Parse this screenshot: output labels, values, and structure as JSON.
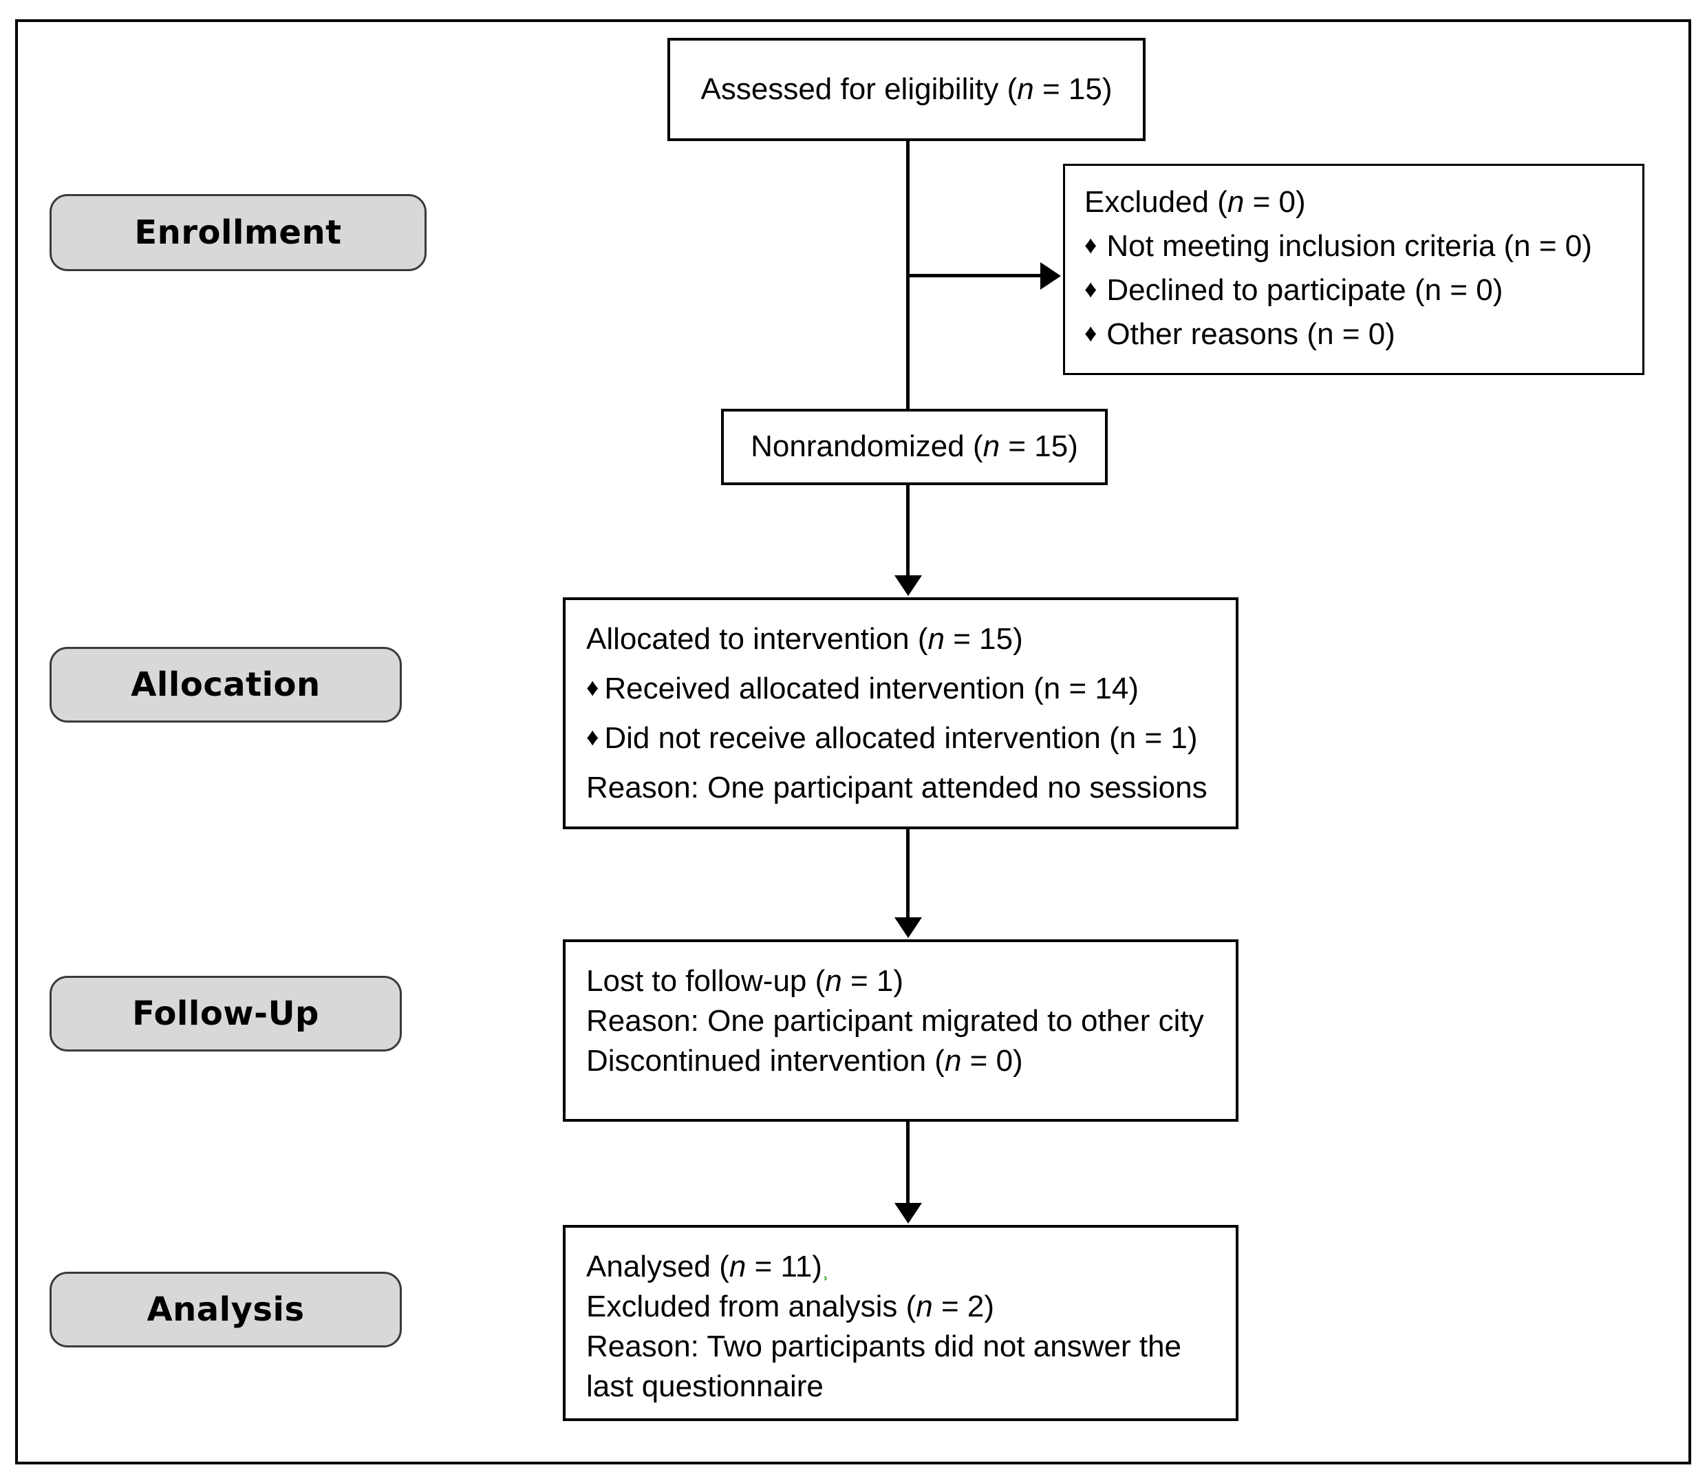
{
  "figure": {
    "type": "consort-flow-diagram",
    "title": "CONSORT participant flow diagram",
    "frame_color": "#000000",
    "stage_label_fill": "#d8d8d8",
    "stage_label_border": "#3a3a3a",
    "background": "#ffffff"
  },
  "stages": [
    {
      "id": "enrollment",
      "label": "Enrollment"
    },
    {
      "id": "allocation",
      "label": "Allocation"
    },
    {
      "id": "followup",
      "label": "Follow-Up"
    },
    {
      "id": "analysis",
      "label": "Analysis"
    }
  ],
  "boxes": {
    "assessed": {
      "id": "assessed-for-eligibility",
      "text_prefix": "Assessed  for eligibility  (",
      "n_italic": "n",
      "text_suffix": " = 15)",
      "full_text": "Assessed for eligibility (n = 15)"
    },
    "excluded": {
      "id": "excluded",
      "heading_prefix": "Excluded (",
      "heading_italic": "n",
      "heading_suffix": " = 0)",
      "heading_full": "Excluded (n = 0)",
      "bullet_glyph": "♦",
      "items": [
        {
          "prefix": "Not meeting  inclusion  criteria (",
          "italic": "n",
          "suffix": " = 0)",
          "full": "Not meeting inclusion criteria (n = 0)"
        },
        {
          "prefix": "Declined to participate  (",
          "italic": "n",
          "suffix": " = 0)",
          "full": "Declined to participate (n = 0)"
        },
        {
          "prefix": "Other reasons (",
          "italic": "n",
          "suffix": " = 0)",
          "full": "Other reasons (n = 0)"
        }
      ]
    },
    "nonrandomized": {
      "id": "nonrandomized",
      "text_prefix": "Nonrandomized  (",
      "n_italic": "n",
      "text_suffix": " = 15)",
      "full_text": "Nonrandomized (n = 15)"
    },
    "allocation": {
      "id": "allocated-to-intervention",
      "heading_prefix": "Allocated to intervention (",
      "heading_italic": "n",
      "heading_suffix": " = 15)",
      "heading_full": "Allocated to intervention (n = 15)",
      "bullet_glyph": "♦",
      "items": [
        {
          "prefix": "Received allocated  intervention (",
          "italic": "n",
          "suffix": " = 14)",
          "full": "Received allocated intervention (n = 14)"
        },
        {
          "prefix": "Did not receive allocated intervention (",
          "italic": "n",
          "suffix": " = 1)",
          "full": "Did not receive allocated intervention (n = 1)"
        }
      ],
      "reason": "Reason: One participant attended no sessions"
    },
    "followup": {
      "id": "lost-to-follow-up",
      "line1_prefix": "Lost to follow-up (",
      "line1_italic": "n",
      "line1_suffix": " = 1)",
      "line1_full": "Lost to follow-up (n = 1)",
      "line2": "Reason: One participant migrated to other city",
      "line3_prefix": "Discontinued  intervention (",
      "line3_italic": "n",
      "line3_suffix": " = 0)",
      "line3_full": "Discontinued intervention (n = 0)"
    },
    "analysis": {
      "id": "analysed",
      "line1_prefix": "Analysed (",
      "line1_italic": "n",
      "line1_suffix": " = 11)",
      "line1_full": "Analysed (n = 11)",
      "line2_prefix": "Excluded from analysis (",
      "line2_italic": "n",
      "line2_suffix": " = 2)",
      "line2_full": "Excluded from analysis (n = 2)",
      "line3": "Reason: Two participants did not answer the",
      "line4": "last questionnaire"
    }
  },
  "chart_data": {
    "type": "diagram",
    "title": "CONSORT flow of participants",
    "nodes": [
      {
        "id": "assessed",
        "stage": "Enrollment",
        "label": "Assessed for eligibility",
        "n": 15
      },
      {
        "id": "excluded",
        "stage": "Enrollment",
        "label": "Excluded",
        "n": 0,
        "breakdown": [
          {
            "label": "Not meeting inclusion criteria",
            "n": 0
          },
          {
            "label": "Declined to participate",
            "n": 0
          },
          {
            "label": "Other reasons",
            "n": 0
          }
        ]
      },
      {
        "id": "nonrandomized",
        "stage": "Enrollment",
        "label": "Nonrandomized",
        "n": 15
      },
      {
        "id": "allocated",
        "stage": "Allocation",
        "label": "Allocated to intervention",
        "n": 15,
        "breakdown": [
          {
            "label": "Received allocated intervention",
            "n": 14
          },
          {
            "label": "Did not receive allocated intervention",
            "n": 1,
            "reason": "One participant attended no sessions"
          }
        ]
      },
      {
        "id": "followup",
        "stage": "Follow-Up",
        "label": "Lost to follow-up",
        "n": 1,
        "breakdown": [
          {
            "label": "Lost to follow-up",
            "n": 1,
            "reason": "One participant migrated to other city"
          },
          {
            "label": "Discontinued intervention",
            "n": 0
          }
        ]
      },
      {
        "id": "analysed",
        "stage": "Analysis",
        "label": "Analysed",
        "n": 11,
        "breakdown": [
          {
            "label": "Excluded from analysis",
            "n": 2,
            "reason": "Two participants did not answer the last questionnaire"
          }
        ]
      }
    ],
    "edges": [
      {
        "from": "assessed",
        "to": "excluded",
        "direction": "right"
      },
      {
        "from": "assessed",
        "to": "nonrandomized",
        "direction": "down"
      },
      {
        "from": "nonrandomized",
        "to": "allocated",
        "direction": "down"
      },
      {
        "from": "allocated",
        "to": "followup",
        "direction": "down"
      },
      {
        "from": "followup",
        "to": "analysed",
        "direction": "down"
      }
    ]
  }
}
